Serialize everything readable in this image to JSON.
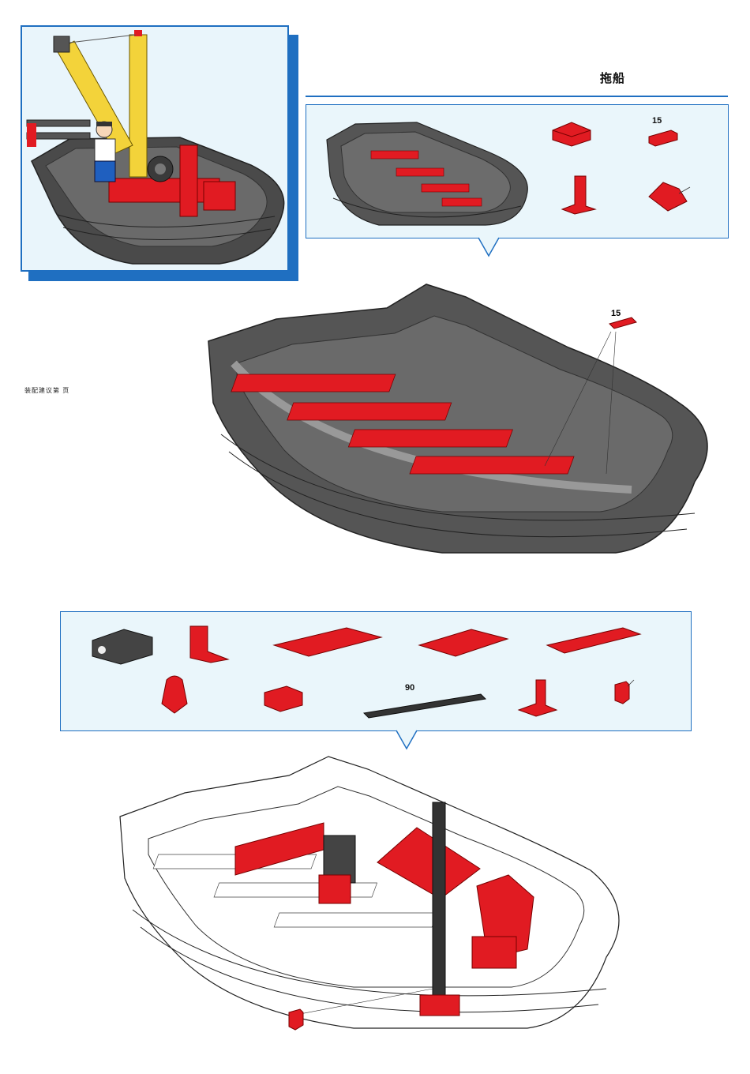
{
  "header": {
    "title": "拖船"
  },
  "side_note": "装配建议第  页",
  "parts_step1": {
    "labels": {
      "bar_length": "15"
    }
  },
  "main_step1": {
    "labels": {
      "bar_length": "15"
    }
  },
  "parts_step2": {
    "labels": {
      "strut_length": "90"
    }
  },
  "colors": {
    "accent_blue": "#1f6fc1",
    "panel_bg": "#eaf6fb",
    "hull_gray": "#5a5a5a",
    "part_red": "#e11b22",
    "part_yellow": "#f3d33a"
  }
}
